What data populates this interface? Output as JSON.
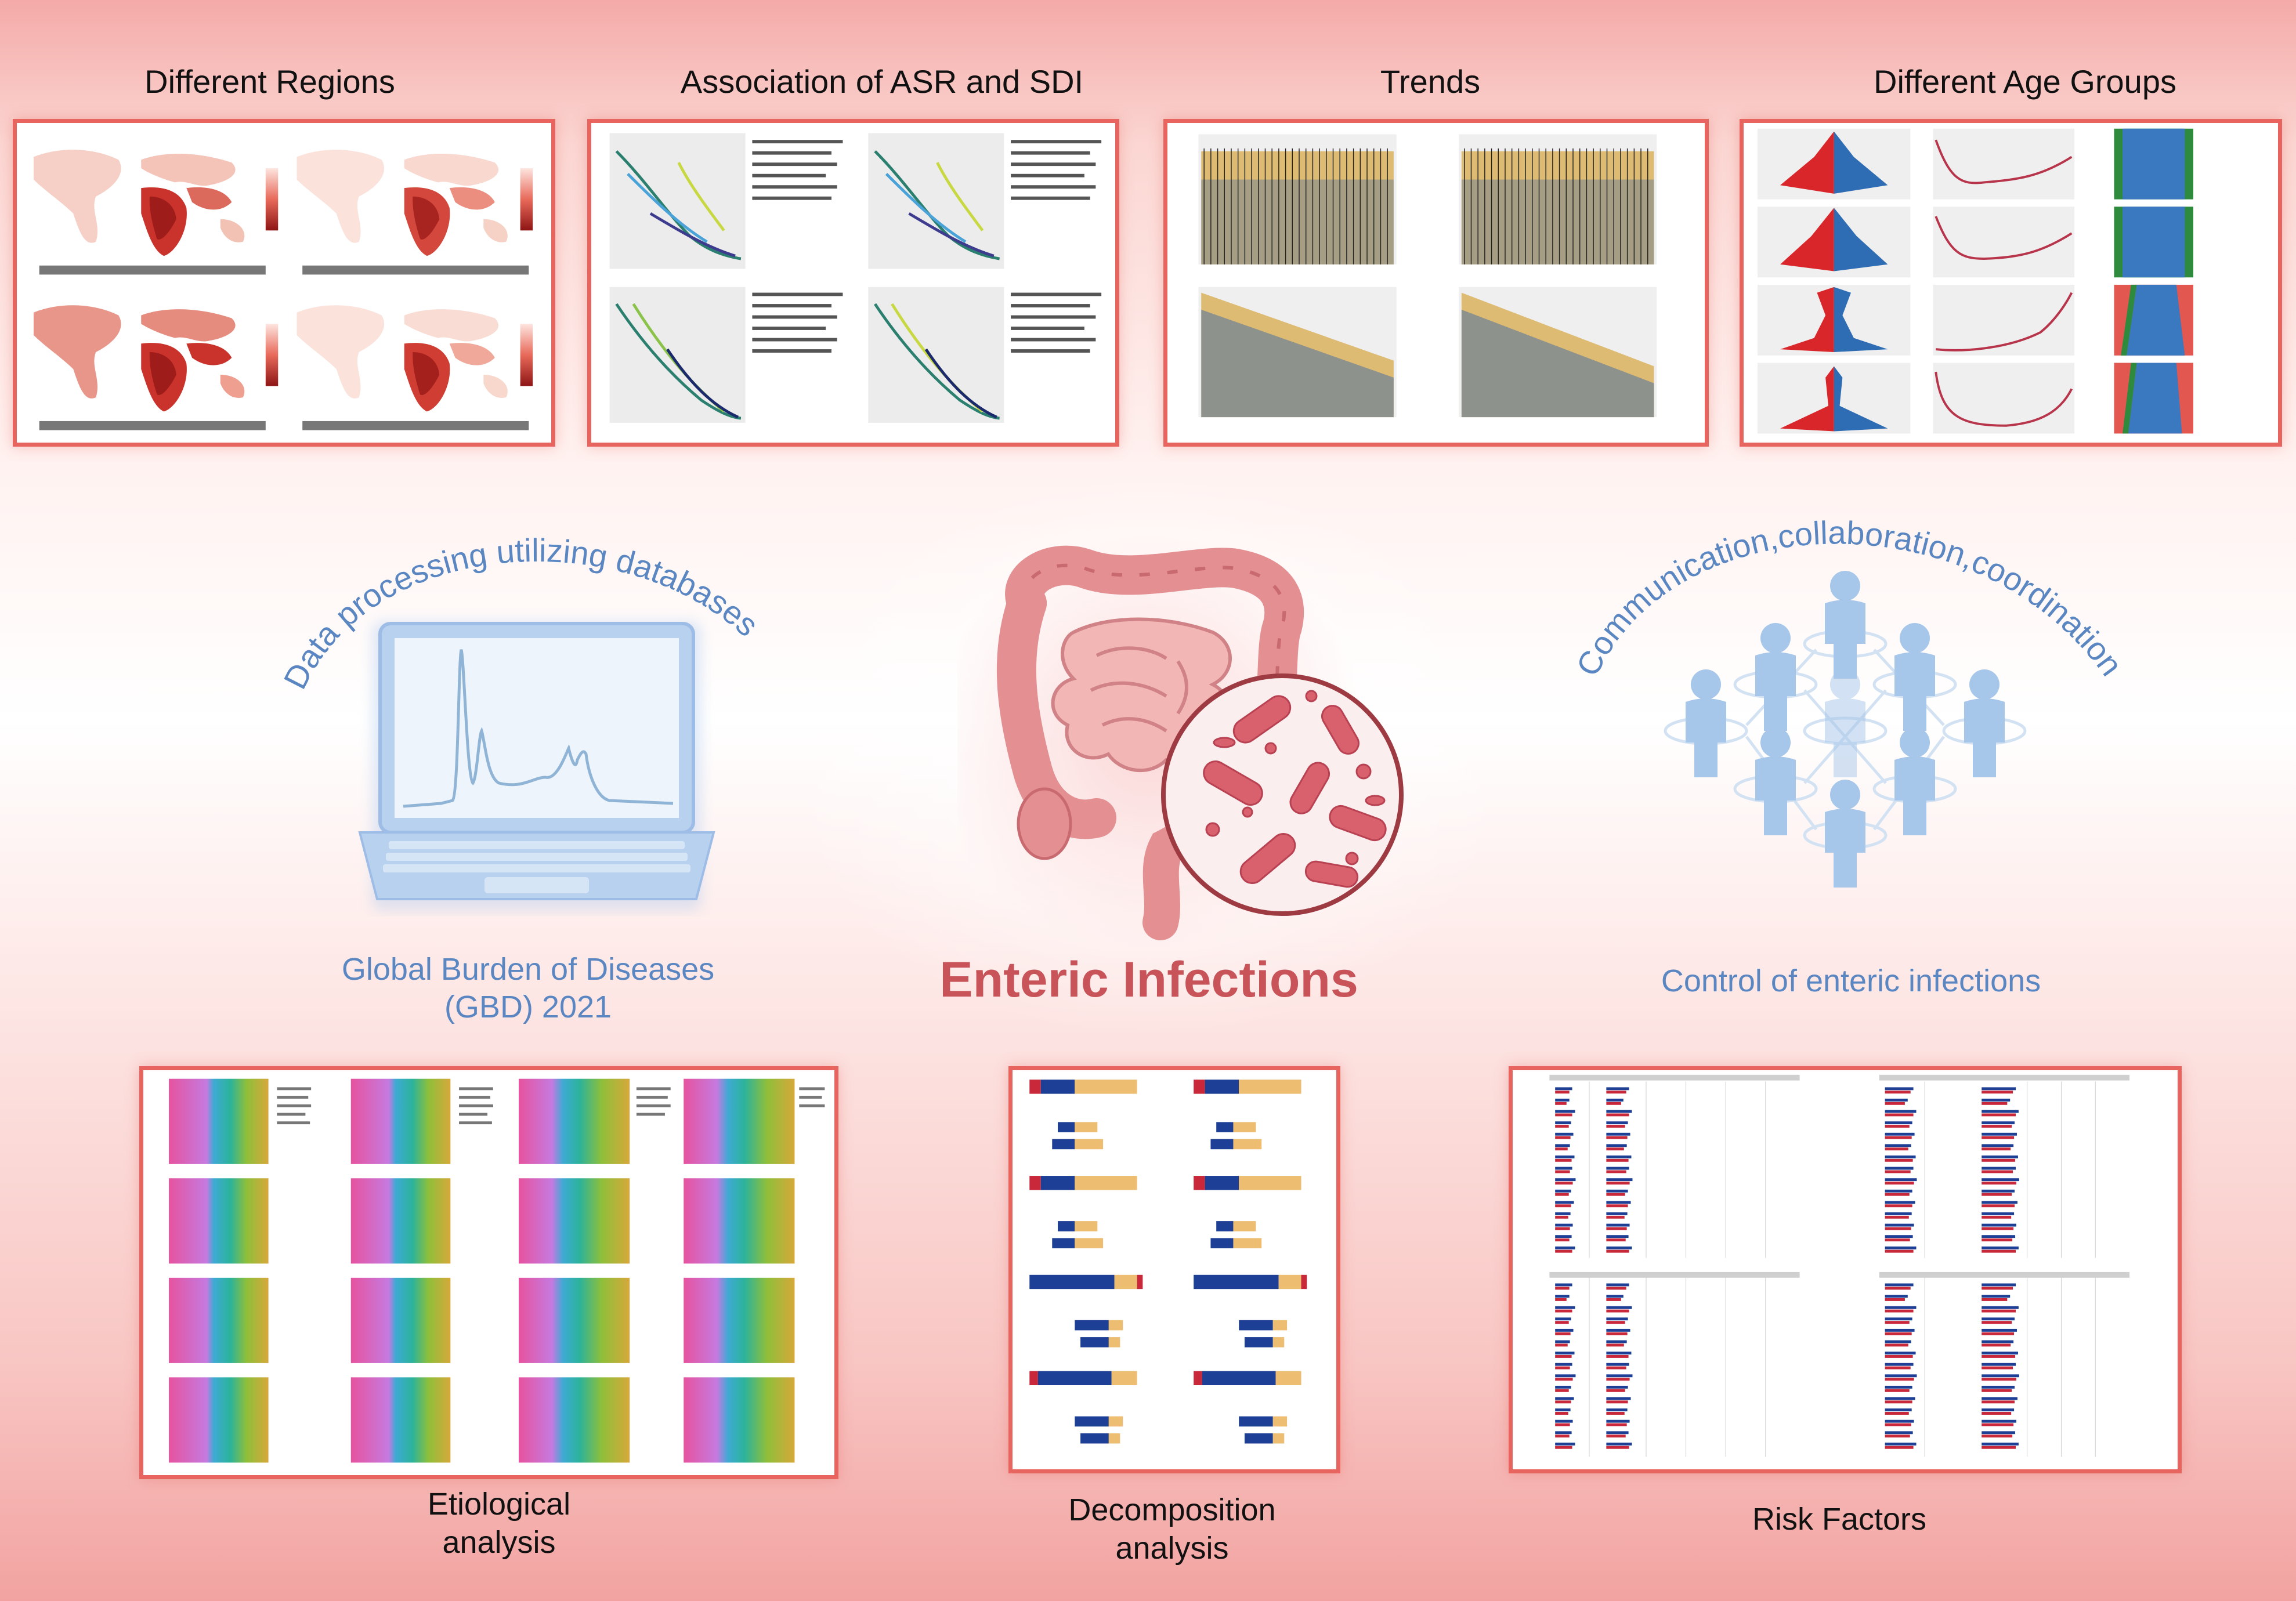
{
  "top_labels": {
    "regions": "Different Regions",
    "asr_sdi": "Association of ASR and SDI",
    "trends": "Trends",
    "age_groups": "Different Age Groups"
  },
  "left": {
    "arc_text": "Data processing utilizing databases",
    "caption_line1": "Global Burden of Diseases",
    "caption_line2": "(GBD) 2021"
  },
  "center": {
    "title": "Enteric Infections"
  },
  "right": {
    "arc_text": "Communication,collaboration,coordination",
    "caption": "Control of enteric infections"
  },
  "bottom_labels": {
    "etiology_line1": "Etiological",
    "etiology_line2": "analysis",
    "decomposition_line1": "Decomposition",
    "decomposition_line2": "analysis",
    "risk": "Risk Factors"
  },
  "colors": {
    "accent_red": "#e8645e",
    "title_red": "#c8545a",
    "text_blue": "#5a86c2"
  }
}
